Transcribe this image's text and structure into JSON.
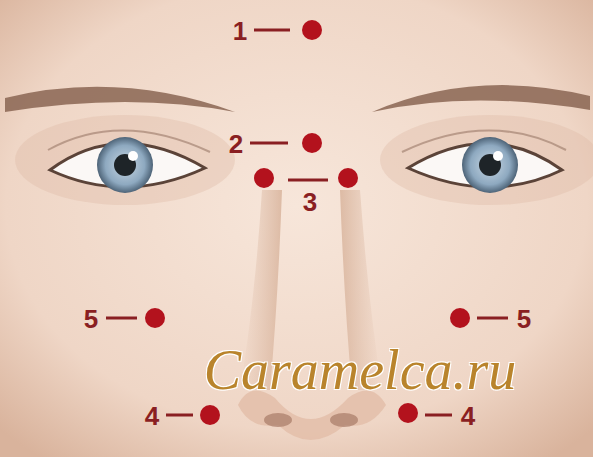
{
  "diagram": {
    "labels": [
      "1",
      "2",
      "3",
      "5",
      "5",
      "4",
      "4",
      "Caramelca.ru"
    ]
  }
}
